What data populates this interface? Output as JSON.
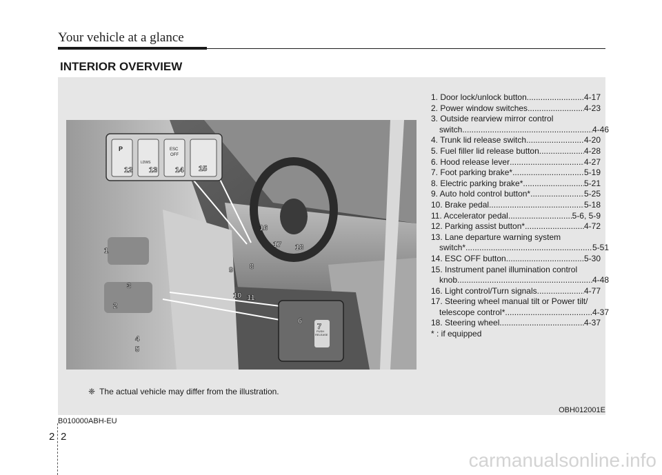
{
  "header": {
    "title": "Your vehicle at a glance"
  },
  "section": {
    "title": "INTERIOR OVERVIEW"
  },
  "items": [
    {
      "label": "1. Door lock/unlock button",
      "cont": "",
      "page": "4-17"
    },
    {
      "label": "2. Power window switches",
      "cont": "",
      "page": "4-23"
    },
    {
      "label": "3. Outside rearview mirror control",
      "cont": "switch",
      "page": "4-46"
    },
    {
      "label": "4. Trunk lid release switch",
      "cont": "",
      "page": "4-20"
    },
    {
      "label": "5. Fuel filler lid release button",
      "cont": "",
      "page": "4-28"
    },
    {
      "label": "6. Hood release lever",
      "cont": "",
      "page": "4-27"
    },
    {
      "label": "7. Foot parking brake*",
      "cont": "",
      "page": "5-19"
    },
    {
      "label": "8. Electric parking brake*",
      "cont": "",
      "page": "5-21"
    },
    {
      "label": "9. Auto hold control button*",
      "cont": "",
      "page": "5-25"
    },
    {
      "label": "10. Brake pedal",
      "cont": "",
      "page": "5-18"
    },
    {
      "label": "11. Accelerator pedal",
      "cont": "",
      "page": "5-6, 5-9"
    },
    {
      "label": "12. Parking assist button*",
      "cont": "",
      "page": "4-72"
    },
    {
      "label": "13. Lane departure warning system",
      "cont": "switch*",
      "page": "5-51"
    },
    {
      "label": "14. ESC OFF button",
      "cont": "",
      "page": "5-30"
    },
    {
      "label": "15. Instrument panel illumination control",
      "cont": "knob",
      "page": "4-48"
    },
    {
      "label": "16. Light control/Turn signals",
      "cont": "",
      "page": "4-77"
    },
    {
      "label": "17. Steering wheel manual tilt or Power tilt/",
      "cont": "telescope control*",
      "page": "4-37"
    },
    {
      "label": "18. Steering wheel",
      "cont": "",
      "page": "4-37"
    },
    {
      "label": "* : if equipped",
      "cont": "",
      "page": ""
    }
  ],
  "note": {
    "symbol": "❈",
    "text": "The actual vehicle may differ from the illustration."
  },
  "figure_code": "OBH012001E",
  "doc_code": "B010000ABH-EU",
  "page": {
    "section": "2",
    "number": "2"
  },
  "watermark": "carmanualsonline.info",
  "illustration": {
    "callouts": [
      "1",
      "2",
      "3",
      "4",
      "5",
      "6",
      "7",
      "8",
      "9",
      "10",
      "11",
      "12",
      "13",
      "14",
      "15",
      "16",
      "17",
      "18"
    ],
    "switch_labels": {
      "esc": "ESC",
      "off": "OFF",
      "ldws": "LDWS",
      "push": "PUSH",
      "release": "RELEASE",
      "p": "P"
    }
  },
  "colors": {
    "panel": "#e6e6e6",
    "illustration_bg": "#4a4a4a",
    "callout": "#ffffff"
  }
}
